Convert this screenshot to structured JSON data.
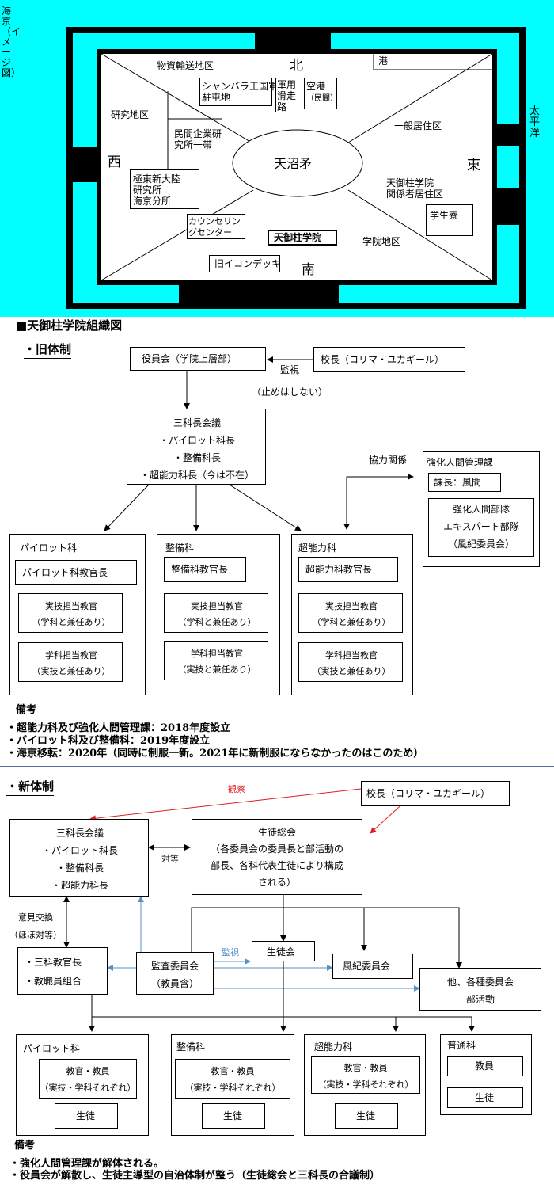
{
  "map": {
    "title_lines": [
      "海京",
      "（イメージ図）"
    ],
    "ocean_label": "太平洋",
    "dir": {
      "north": "北",
      "south": "南",
      "east": "東",
      "west": "西"
    },
    "center": "天沼矛",
    "areas": {
      "cargo": "物資輸送地区",
      "port": "港",
      "research": "研究地区",
      "private_lines": [
        "民間企業研",
        "究所一帯"
      ],
      "residential": "一般居住区",
      "staff_lines": [
        "天御柱学院",
        "関係者居住区"
      ],
      "dorm": "学生寮",
      "school_district": "学院地区",
      "shambhala_lines": [
        "シャンバラ王国軍",
        "駐屯地"
      ],
      "military_lines": [
        "軍用",
        "滑走",
        "路"
      ],
      "airport_lines": [
        "空港",
        "（民間）"
      ],
      "fareast_lines": [
        "極東新大陸",
        "研究所",
        "海京分所"
      ],
      "counseling_lines": [
        "カウンセリン",
        "グセンター"
      ],
      "academy": "天御柱学院",
      "old_deck": "旧イコンデッキ"
    },
    "colors": {
      "sea": "#00ffff",
      "wall": "#000000"
    }
  },
  "org": {
    "heading": "■天御柱学院組織図",
    "old": {
      "label": "・旧体制",
      "board": "役員会（学院上層部）",
      "principal": "校長（コリマ・ユカギール）",
      "watch_lines": [
        "監視",
        "（止めはしない）"
      ],
      "council_lines": [
        "三科長会議",
        "・パイロット科長",
        "・整備科長",
        "・超能力科長（今は不在）"
      ],
      "coop": "協力関係",
      "dept_mgmt": {
        "title": "強化人間管理課",
        "chief": "課長：風間",
        "units": [
          "強化人間部隊",
          "エキスパート部隊",
          "（風紀委員会）"
        ]
      },
      "depts": [
        {
          "name": "パイロット科",
          "head": "パイロット科教官長",
          "practical": [
            "実技担当教官",
            "（学科と兼任あり）"
          ],
          "academic": [
            "学科担当教官",
            "（実技と兼任あり）"
          ]
        },
        {
          "name": "整備科",
          "head": "整備科教官長",
          "practical": [
            "実技担当教官",
            "（学科と兼任あり）"
          ],
          "academic": [
            "学科担当教官",
            "（実技と兼任あり）"
          ]
        },
        {
          "name": "超能力科",
          "head": "超能力科教官長",
          "practical": [
            "実技担当教官",
            "（学科と兼任あり）"
          ],
          "academic": [
            "学科担当教官",
            "（実技と兼任あり）"
          ]
        }
      ],
      "notes_title": "備考",
      "notes": [
        "・超能力科及び強化人間管理課：2018年度設立",
        "・パイロット科及び整備科：2019年度設立",
        "・海京移転：2020年（同時に制服一新。2021年に新制服にならなかったのはこのため）"
      ]
    },
    "new": {
      "label": "・新体制",
      "observe": "観察",
      "principal": "校長（コリマ・ユカギール）",
      "council_lines": [
        "三科長会議",
        "・パイロット科長",
        "・整備科長",
        "・超能力科長"
      ],
      "equal": "対等",
      "assembly_lines": [
        "生徒総会",
        "（各委員会の委員長と部活動の",
        "部長、各科代表生徒により構成",
        "される）"
      ],
      "exchange_lines": [
        "意見交換",
        "（ほぼ対等）"
      ],
      "staff_lines": [
        "・三科教官長",
        "・教職員組合"
      ],
      "audit_lines": [
        "監査委員会",
        "（教員含）"
      ],
      "watch": "監視",
      "student_council": "生徒会",
      "discipline": "風紀委員会",
      "others_lines": [
        "他、各種委員会",
        "部活動"
      ],
      "depts": [
        {
          "name": "パイロット科",
          "teachers": [
            "教官・教員",
            "（実技・学科それぞれ）"
          ],
          "students": "生徒"
        },
        {
          "name": "整備科",
          "teachers": [
            "教官・教員",
            "（実技・学科それぞれ）"
          ],
          "students": "生徒"
        },
        {
          "name": "超能力科",
          "teachers": [
            "教官・教員",
            "（実技・学科それぞれ）"
          ],
          "students": "生徒"
        }
      ],
      "general": {
        "name": "普通科",
        "teachers": "教員",
        "students": "生徒"
      },
      "notes_title": "備考",
      "notes": [
        "・強化人間管理課が解体される。",
        "・役員会が解散し、生徒主導型の自治体制が整う（生徒総会と三科長の合議制）"
      ],
      "colors": {
        "red": "#e02020",
        "blue": "#5b8fc7"
      }
    }
  }
}
